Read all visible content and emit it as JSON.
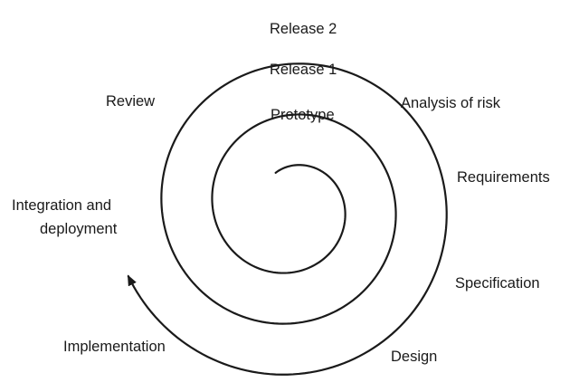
{
  "diagram": {
    "labels": {
      "release2": "Release 2",
      "release1": "Release 1",
      "prototype": "Prototype",
      "analysis": "Analysis of risk",
      "requirements": "Requirements",
      "specification": "Specification",
      "design": "Design",
      "implementation": "Implementation",
      "integration_line1": "Integration and",
      "integration_line2": "deployment",
      "review": "Review"
    }
  }
}
